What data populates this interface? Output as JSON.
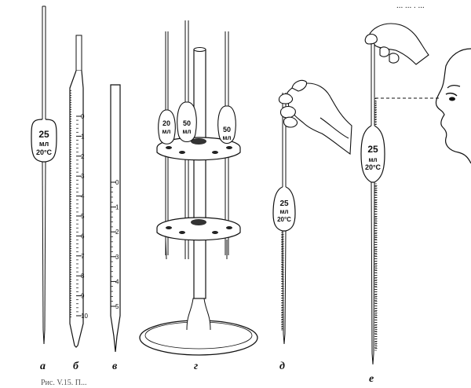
{
  "header_fragment": "... ... . ...",
  "caption_fragment": "Рис. V.15. П...",
  "labels": {
    "a": "а",
    "b": "б",
    "v": "в",
    "g": "г",
    "d": "д",
    "e": "е"
  },
  "pipette_a": {
    "volume": "25",
    "unit": "мл",
    "temp": "20°C"
  },
  "pipette_b": {
    "scale": [
      "0",
      "1",
      "2",
      "3",
      "4",
      "5",
      "6",
      "7",
      "8",
      "9",
      "10"
    ]
  },
  "pipette_v": {
    "scale": [
      "0",
      "1",
      "2",
      "3",
      "4",
      "5"
    ]
  },
  "stand": {
    "pipettes": [
      {
        "volume": "20",
        "unit": "мл"
      },
      {
        "volume": "50",
        "unit": "мл"
      },
      {
        "volume": "50",
        "unit": "мл"
      }
    ]
  },
  "pipette_d": {
    "volume": "25",
    "unit": "мл",
    "temp": "20°C"
  },
  "pipette_e": {
    "volume": "25",
    "unit": "мл",
    "temp": "20°C"
  }
}
